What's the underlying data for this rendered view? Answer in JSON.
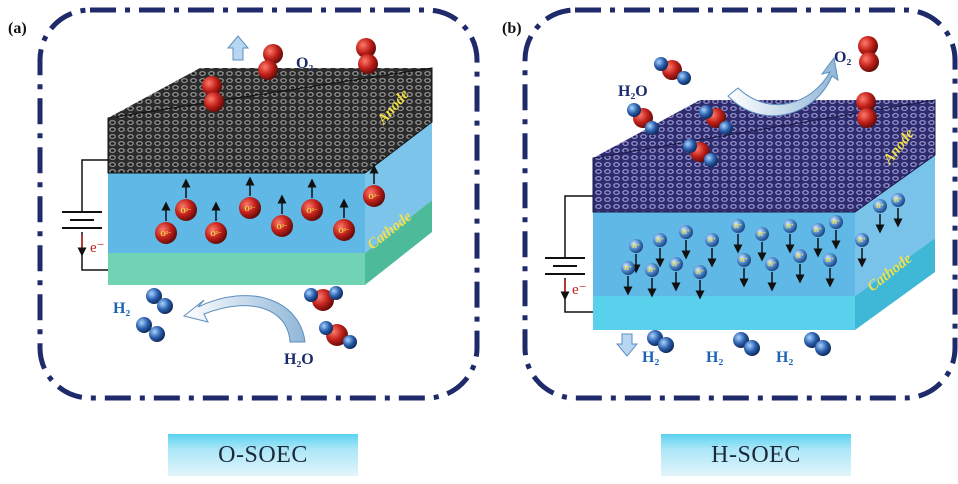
{
  "panels": [
    {
      "tag": "(a)",
      "name": "O-SOEC",
      "top_layer": "Anode",
      "bottom_layer": "Cathode",
      "ion": "O²⁻",
      "electron": "e⁻",
      "species": {
        "o2": "O₂",
        "h2": "H₂",
        "h2o": "H₂O"
      }
    },
    {
      "tag": "(b)",
      "name": "H-SOEC",
      "top_layer": "Anode",
      "bottom_layer": "Cathode",
      "ion": "H⁺",
      "electron": "e⁻",
      "species": {
        "o2": "O₂",
        "h2o": "H₂O",
        "h2": "H₂"
      }
    }
  ],
  "colors": {
    "frame": "#1f2a6b",
    "electrolyte": "#5fb8e6",
    "anode_a": "#3a3a3a",
    "anode_b": "#5c5aa8",
    "cathode_a": "#6fd3b4",
    "cathode_b": "#59d0ec",
    "oxygen_atom": "#c0201a",
    "hydrogen_atom": "#2a5fae",
    "label_blue": "#1e64b4",
    "label_navy": "#1b2a6b",
    "layer_label": "#f1e04a"
  }
}
